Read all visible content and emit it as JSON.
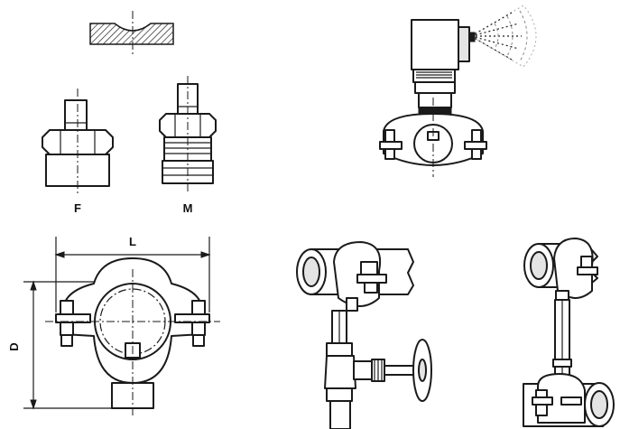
{
  "labels": {
    "fitting_f": "F",
    "fitting_m": "M",
    "dimension_length": "L",
    "dimension_diameter": "D"
  }
}
